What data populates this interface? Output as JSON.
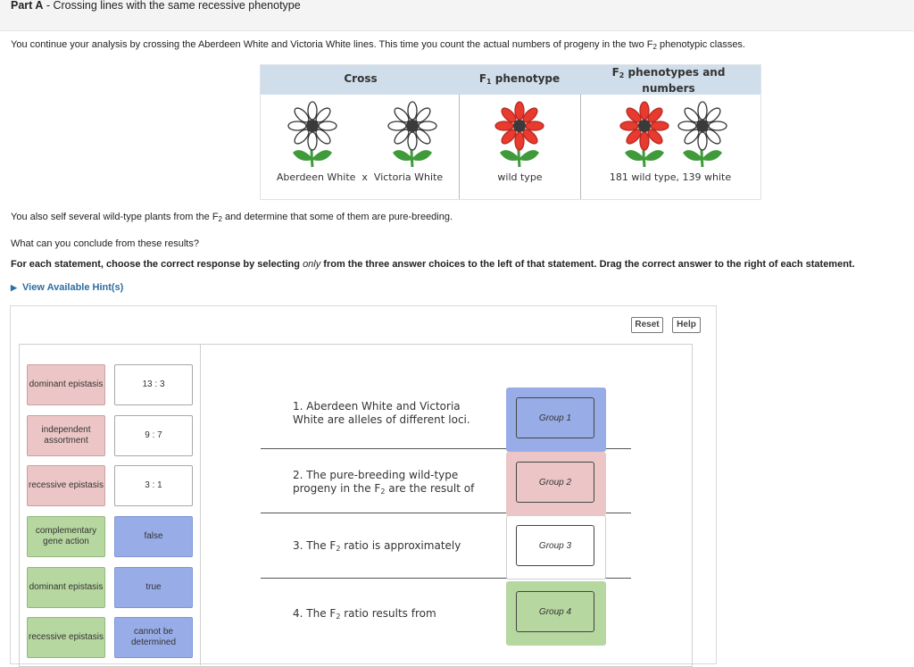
{
  "header": {
    "part_label": "Part A",
    "title_sep": " - ",
    "title": "Crossing lines with the same recessive phenotype"
  },
  "intro": {
    "text_before": "You continue your analysis by crossing the Aberdeen White and Victoria White lines. This time you count the actual numbers of progeny in the two F",
    "sub": "2",
    "text_after": " phenotypic classes."
  },
  "table": {
    "col_cross": "Cross",
    "col_f1_main": "F",
    "col_f1_sub": "1",
    "col_f1_rest": " phenotype",
    "col_f2_main": "F",
    "col_f2_sub": "2",
    "col_f2_rest": " phenotypes and",
    "col_f2_line2": "numbers",
    "cross_caption": "Aberdeen White  x  Victoria White",
    "f1_caption": "wild type",
    "f2_caption": "181 wild type, 139 white",
    "colors": {
      "white_petal": "#ffffff",
      "red_petal": "#e83a2e",
      "center": "#3a3a3a",
      "stem": "#3f9a3a"
    }
  },
  "self_text": {
    "before": "You also self several wild-type plants from the F",
    "sub": "2",
    "after": " and determine that some of them are pure-breeding."
  },
  "question": "What can you conclude from these results?",
  "instructions": {
    "before": "For each statement, choose the correct response by selecting ",
    "em": "only",
    "after": " from the three answer choices to the left of that statement. Drag the correct answer to the right of each statement."
  },
  "hint_label": "View Available Hint(s)",
  "toolbar": {
    "reset": "Reset",
    "help": "Help"
  },
  "bank": {
    "col1": [
      "dominant epistasis",
      "independent assortment",
      "recessive epistasis",
      "complementary gene action",
      "dominant epistasis",
      "recessive epistasis"
    ],
    "col2": [
      "13 : 3",
      "9 : 7",
      "3 : 1",
      "false",
      "true",
      "cannot be determined"
    ]
  },
  "statements": [
    {
      "line1": "1. Aberdeen White and Victoria",
      "line2": "White are alleles of different loci."
    },
    {
      "line1": "2. The pure-breeding wild-type",
      "line2_before": "progeny in the F",
      "line2_sub": "2",
      "line2_after": " are the result of"
    },
    {
      "before": "3. The F",
      "sub": "2",
      "after": " ratio is approximately"
    },
    {
      "before": "4. The F",
      "sub": "2",
      "after": " ratio results from"
    }
  ],
  "groups": [
    "Group 1",
    "Group 2",
    "Group 3",
    "Group 4"
  ],
  "colors": {
    "pink": "#ecc6c6",
    "green": "#b7d7a0",
    "blue": "#98ade8",
    "hint": "#2c6ea5",
    "table_head": "#cfdeea"
  }
}
